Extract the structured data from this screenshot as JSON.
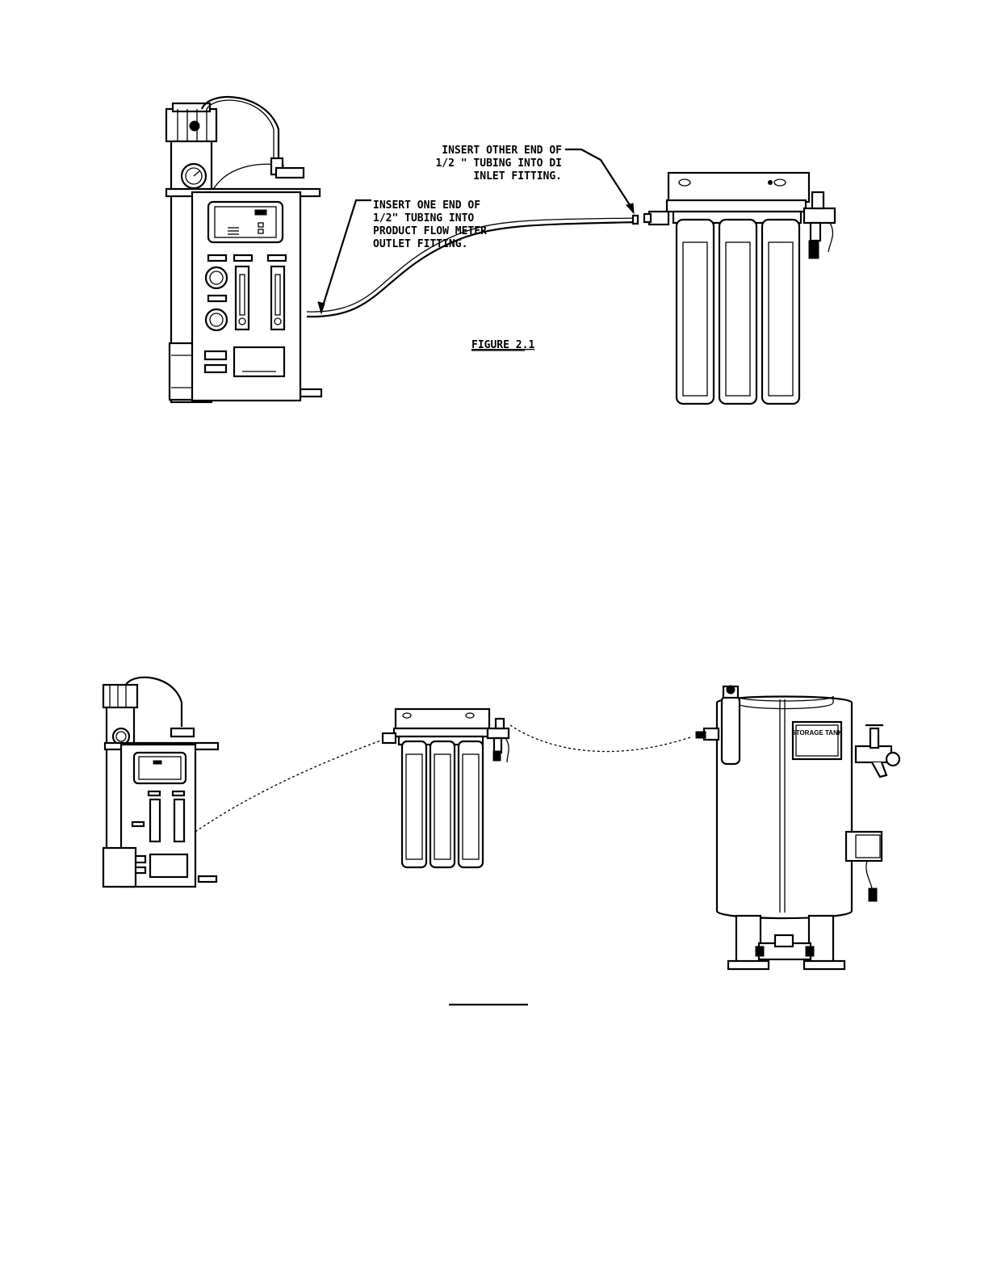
{
  "figure1": {
    "label": "FIGURE 2.1",
    "callout_left": {
      "lines": [
        "INSERT ONE END OF",
        "1/2\" TUBING INTO",
        "PRODUCT FLOW METER",
        "OUTLET FITTING."
      ]
    },
    "callout_right": {
      "lines": [
        "INSERT OTHER END OF",
        "1/2 \" TUBING INTO DI",
        "INLET FITTING."
      ]
    }
  },
  "figure2": {
    "storage_tank_label": "STORAGE TANK"
  }
}
